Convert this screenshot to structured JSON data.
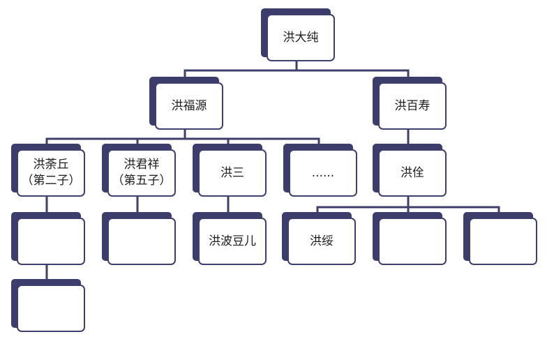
{
  "tree": {
    "root": {
      "lines": [
        "洪大纯"
      ]
    },
    "gen2_a": {
      "lines": [
        "洪福源"
      ]
    },
    "gen2_b": {
      "lines": [
        "洪百寿"
      ]
    },
    "gen3_a": {
      "lines": [
        "洪荼丘",
        "（第二子）"
      ]
    },
    "gen3_b": {
      "lines": [
        "洪君祥",
        "（第五子）"
      ]
    },
    "gen3_c": {
      "lines": [
        "洪三"
      ]
    },
    "gen3_d": {
      "lines": [
        "......"
      ]
    },
    "gen3_e": {
      "lines": [
        "洪佺"
      ]
    },
    "gen4_a": {
      "lines": []
    },
    "gen4_b": {
      "lines": []
    },
    "gen4_c": {
      "lines": [
        "洪波豆儿"
      ]
    },
    "gen4_d": {
      "lines": [
        "洪绥"
      ]
    },
    "gen4_e": {
      "lines": []
    },
    "gen4_f": {
      "lines": []
    },
    "gen5_a": {
      "lines": []
    }
  },
  "colors": {
    "line": "#3f3f6e",
    "shadow": "#3d3d6b",
    "box_border": "#3f3f6e",
    "box_fill": "#ffffff",
    "text": "#1c1c1c"
  }
}
